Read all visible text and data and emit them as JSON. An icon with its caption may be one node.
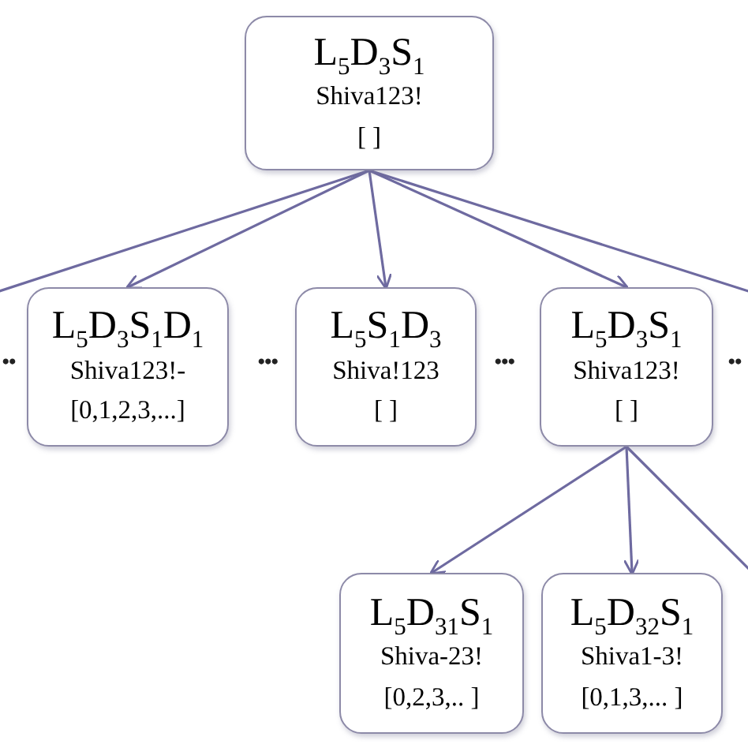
{
  "diagram": {
    "nodes": [
      {
        "text": [
          "L$_{5}$D$_{3}$S$_{1}$",
          "Shiva123!",
          "[ ]"
        ]
      },
      {
        "text": [
          "L$_{5}$D$_{3}$S$_{1}$D$_{1}$",
          "Shiva123!-",
          "[0,1,2,3,...]"
        ]
      },
      {
        "text": [
          "L$_{5}$S$_{1}$D$_{3}$",
          "Shiva!123",
          "[ ]"
        ]
      },
      {
        "text": [
          "L$_{5}$D$_{3}$S$_{1}$",
          "Shiva123!",
          "[ ]"
        ]
      },
      {
        "text": [
          "L$_{5}$D$_{31}$S$_{1}$",
          "Shiva-23!",
          "[0,2,3,.. ]"
        ]
      },
      {
        "text": [
          "L$_{5}$D$_{32}$S$_{1}$",
          "Shiva1-3!",
          "[0,1,3,... ]"
        ]
      }
    ],
    "edges": [
      {
        "from": 0,
        "to": null,
        "arrow": "none"
      },
      {
        "from": 0,
        "to": 1,
        "arrow": "to"
      },
      {
        "from": 0,
        "to": 2,
        "arrow": "to"
      },
      {
        "from": 0,
        "to": 3,
        "arrow": "to"
      },
      {
        "from": 0,
        "to": null,
        "arrow": "none"
      },
      {
        "from": 3,
        "to": 4,
        "arrow": "to"
      },
      {
        "from": 3,
        "to": 5,
        "arrow": "to"
      },
      {
        "from": 3,
        "to": null,
        "arrow": "none"
      }
    ],
    "labels": [
      "••",
      "•••",
      "•••",
      "••"
    ]
  }
}
